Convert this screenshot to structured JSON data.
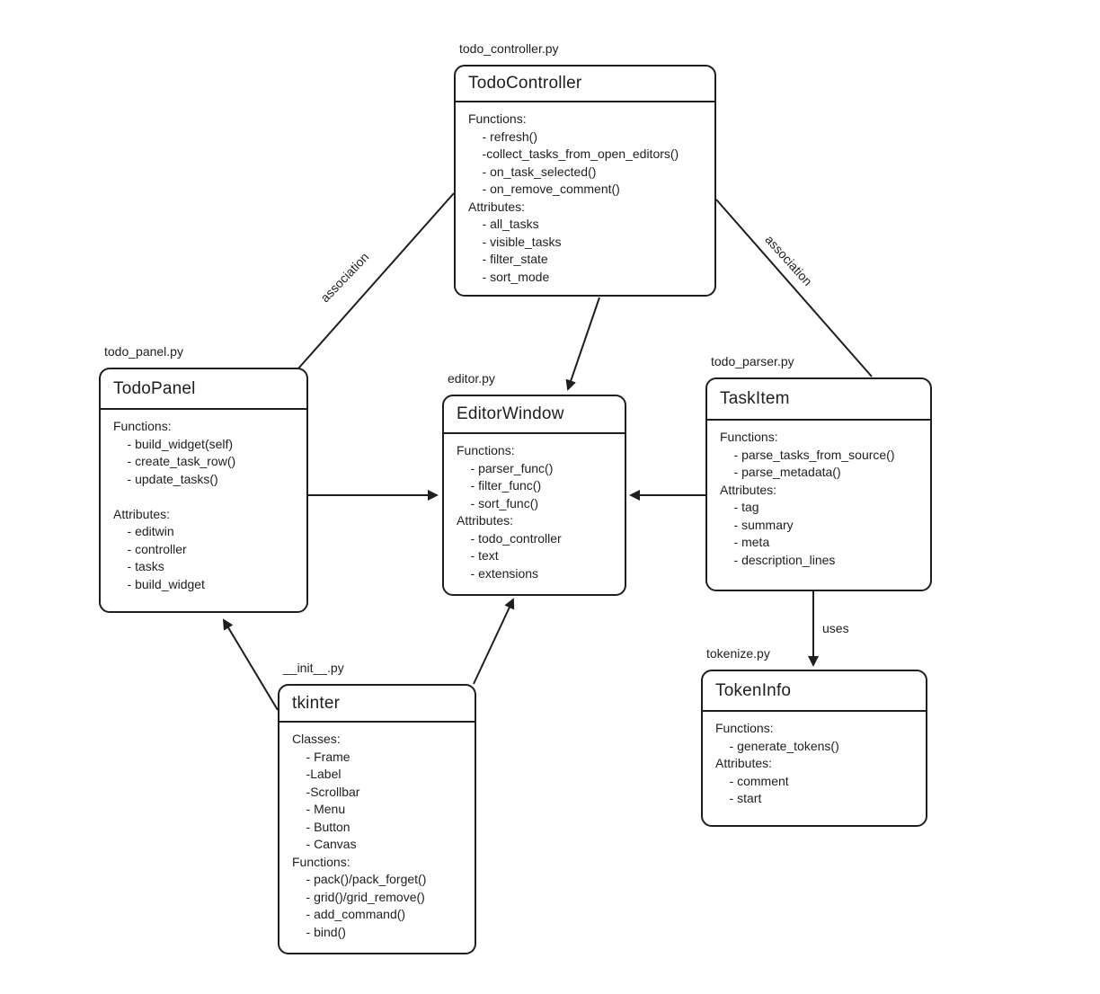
{
  "colors": {
    "stroke": "#1e1e1e",
    "background": "#ffffff"
  },
  "nodes": {
    "todo_controller": {
      "file": "todo_controller.py",
      "title": "TodoController",
      "lines": [
        "Functions:",
        "    - refresh()",
        "    -collect_tasks_from_open_editors()",
        "    - on_task_selected()",
        "    - on_remove_comment()",
        "Attributes:",
        "    - all_tasks",
        "    - visible_tasks",
        "    - filter_state",
        "    - sort_mode"
      ]
    },
    "todo_panel": {
      "file": "todo_panel.py",
      "title": "TodoPanel",
      "lines": [
        "Functions:",
        "    - build_widget(self)",
        "    - create_task_row()",
        "    - update_tasks()",
        "",
        "Attributes:",
        "    - editwin",
        "    - controller",
        "    - tasks",
        "    - build_widget"
      ]
    },
    "editor_window": {
      "file": "editor.py",
      "title": "EditorWindow",
      "lines": [
        "Functions:",
        "    - parser_func()",
        "    - filter_func()",
        "    - sort_func()",
        "Attributes:",
        "    - todo_controller",
        "    - text",
        "    - extensions"
      ]
    },
    "task_item": {
      "file": "todo_parser.py",
      "title": "TaskItem",
      "lines": [
        "Functions:",
        "    - parse_tasks_from_source()",
        "    - parse_metadata()",
        "Attributes:",
        "    - tag",
        "    - summary",
        "    - meta",
        "    - description_lines"
      ]
    },
    "tkinter": {
      "file": "__init__.py",
      "title": "tkinter",
      "lines": [
        "Classes:",
        "    - Frame",
        "    -Label",
        "    -Scrollbar",
        "    - Menu",
        "    - Button",
        "    - Canvas",
        "Functions:",
        "    - pack()/pack_forget()",
        "    - grid()/grid_remove()",
        "    - add_command()",
        "    - bind()"
      ]
    },
    "token_info": {
      "file": "tokenize.py",
      "title": "TokenInfo",
      "lines": [
        "Functions:",
        "    - generate_tokens()",
        "Attributes:",
        "    - comment",
        "    - start"
      ]
    }
  },
  "edges": {
    "assoc_left_label": "association",
    "assoc_right_label": "association",
    "uses_label": "uses"
  }
}
